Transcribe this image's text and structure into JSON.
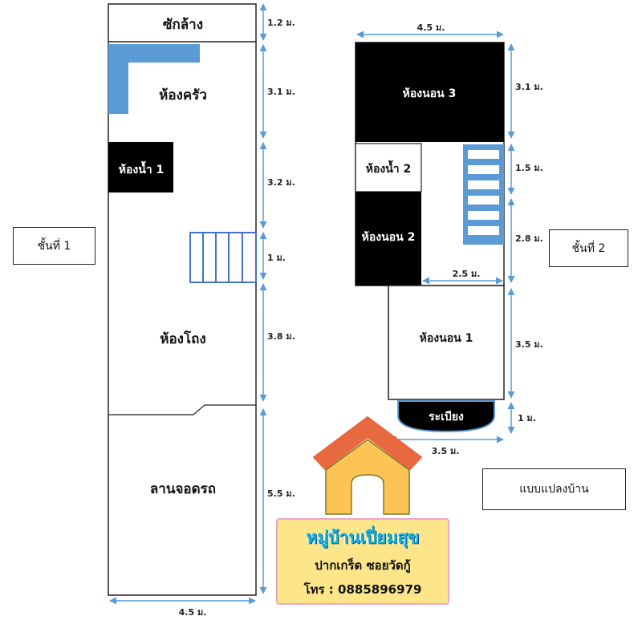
{
  "floor1": {
    "label": "ชั้นที่ 1",
    "rooms": {
      "laundry": "ซักล้าง",
      "kitchen": "ห้องครัว",
      "bathroom1": "ห้องน้ำ 1",
      "living": "ห้องโถง",
      "carport": "ลานจอดรถ"
    },
    "dimensions": {
      "laundry_depth": "1.2 ม.",
      "kitchen_depth": "3.1 ม.",
      "bath_depth": "3.2 ม.",
      "stair_depth": "1 ม.",
      "living_depth": "3.8 ม.",
      "carport_depth": "5.5 ม.",
      "width": "4.5 ม."
    }
  },
  "floor2": {
    "label": "ชั้นที่ 2",
    "rooms": {
      "bedroom3": "ห้องนอน 3",
      "bathroom2": "ห้องน้ำ 2",
      "bedroom2": "ห้องนอน 2",
      "bedroom1": "ห้องนอน 1",
      "balcony": "ระเบียง"
    },
    "dimensions": {
      "width_top": "4.5 ม.",
      "bedroom3_depth": "3.1 ม.",
      "stair_depth": "1.5 ม.",
      "hall_depth": "2.8 ม.",
      "hall_width": "2.5 ม.",
      "bedroom1_depth": "3.5 ม.",
      "balcony_depth": "1 ม.",
      "bedroom1_width": "3.5 ม."
    }
  },
  "plan_label": "แบบแปลงบ้าน",
  "sign": {
    "title": "หมู่บ้านเปี่ยมสุข",
    "location": "ปากเกร็ด ซอยวัดกู้",
    "phone": "โทร : 0885896979"
  },
  "colors": {
    "blue": "#5b9bd5",
    "dark": "#000000",
    "roof": "#e8693f",
    "house": "#fcc454",
    "sign_bg": "#fde58a",
    "sign_title": "#18b3d8"
  }
}
